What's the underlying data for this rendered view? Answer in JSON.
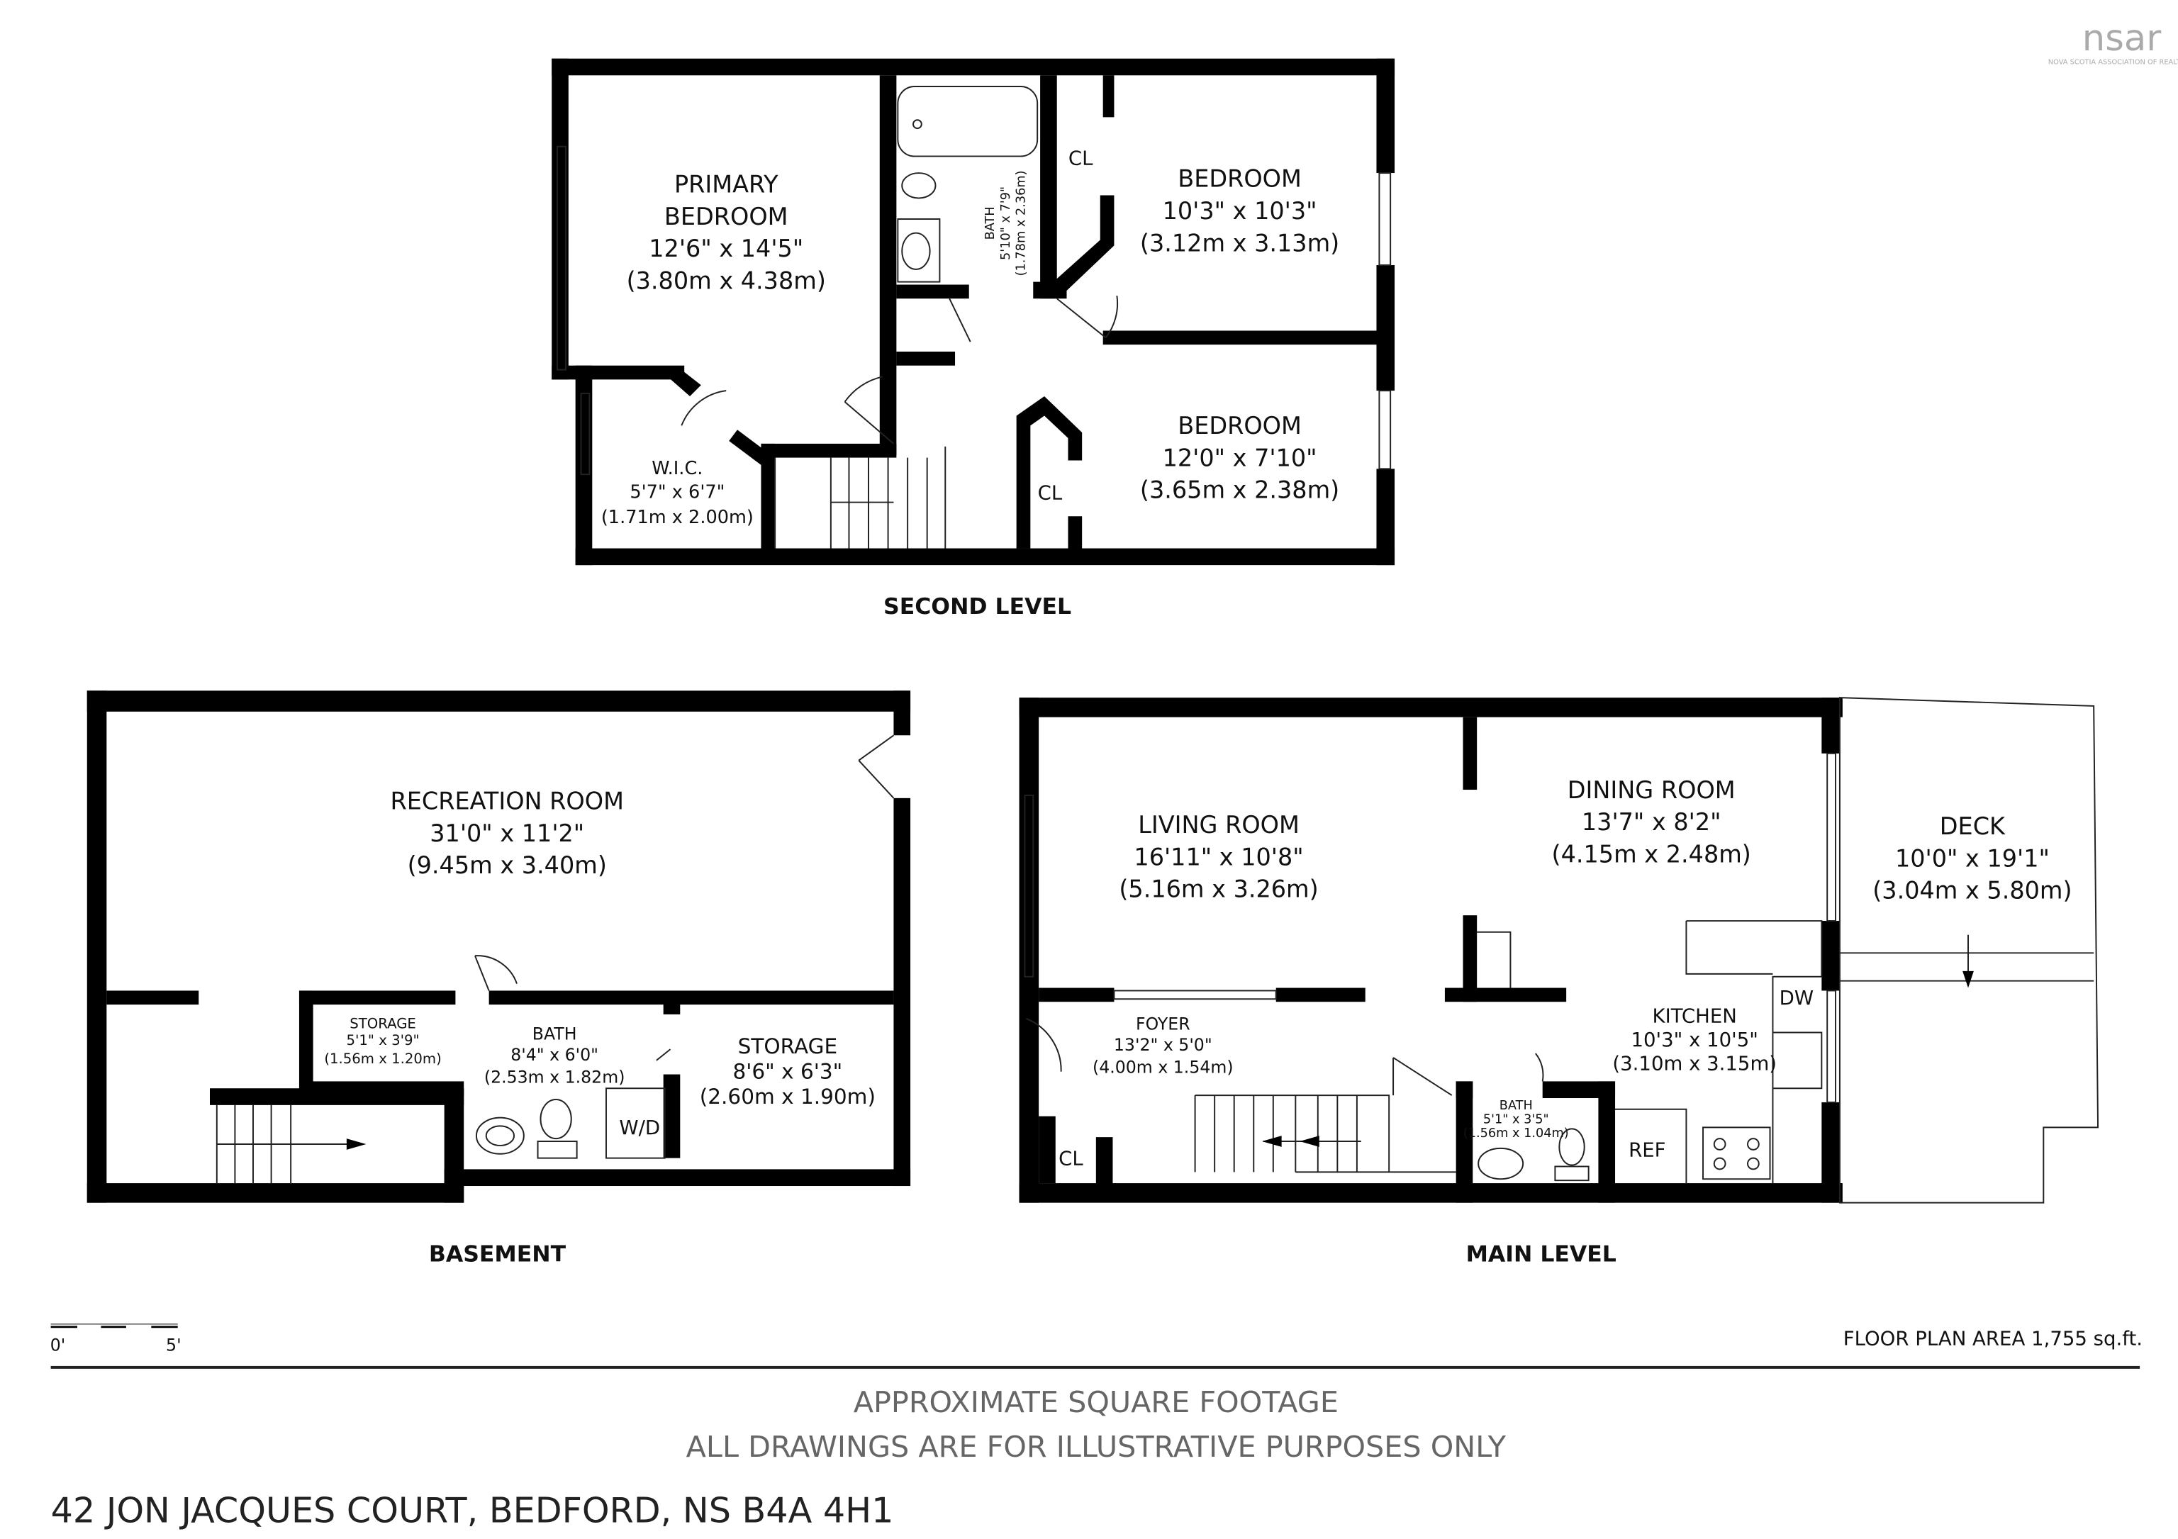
{
  "logo": {
    "text": "nsar",
    "subtitle": "NOVA SCOTIA ASSOCIATION OF REALTORS",
    "color": "#aaaaaa"
  },
  "second_level": {
    "title": "SECOND LEVEL",
    "rooms": [
      {
        "name": "PRIMARY",
        "name2": "BEDROOM",
        "imperial": "12'6\" x 14'5\"",
        "metric": "(3.80m x 4.38m)"
      },
      {
        "name": "BATH",
        "imperial": "5'10\" x 7'9\"",
        "metric": "(1.78m x 2.36m)"
      },
      {
        "name": "BEDROOM",
        "imperial": "10'3\" x 10'3\"",
        "metric": "(3.12m x 3.13m)"
      },
      {
        "name": "BEDROOM",
        "imperial": "12'0\" x 7'10\"",
        "metric": "(3.65m x 2.38m)"
      },
      {
        "name": "W.I.C.",
        "imperial": "5'7\" x 6'7\"",
        "metric": "(1.71m x 2.00m)"
      }
    ],
    "closets": [
      "CL",
      "CL"
    ]
  },
  "basement": {
    "title": "BASEMENT",
    "rooms": [
      {
        "name": "RECREATION ROOM",
        "imperial": "31'0\" x 11'2\"",
        "metric": "(9.45m x 3.40m)"
      },
      {
        "name": "STORAGE",
        "imperial": "5'1\" x 3'9\"",
        "metric": "(1.56m x 1.20m)"
      },
      {
        "name": "BATH",
        "imperial": "8'4\" x 6'0\"",
        "metric": "(2.53m x 1.82m)"
      },
      {
        "name": "STORAGE",
        "imperial": "8'6\" x 6'3\"",
        "metric": "(2.60m x 1.90m)"
      }
    ],
    "wd": "W/D"
  },
  "main_level": {
    "title": "MAIN LEVEL",
    "rooms": [
      {
        "name": "LIVING ROOM",
        "imperial": "16'11\" x 10'8\"",
        "metric": "(5.16m x 3.26m)"
      },
      {
        "name": "DINING ROOM",
        "imperial": "13'7\" x 8'2\"",
        "metric": "(4.15m x 2.48m)"
      },
      {
        "name": "DECK",
        "imperial": "10'0\" x 19'1\"",
        "metric": "(3.04m x 5.80m)"
      },
      {
        "name": "FOYER",
        "imperial": "13'2\" x 5'0\"",
        "metric": "(4.00m x 1.54m)"
      },
      {
        "name": "KITCHEN",
        "imperial": "10'3\" x 10'5\"",
        "metric": "(3.10m x 3.15m)"
      },
      {
        "name": "BATH",
        "imperial": "5'1\" x 3'5\"",
        "metric": "(1.56m x 1.04m)"
      }
    ],
    "cl": "CL",
    "dw": "DW",
    "ref": "REF"
  },
  "scale": {
    "start": "0'",
    "end": "5'"
  },
  "area": "FLOOR PLAN AREA  1,755 sq.ft.",
  "disclaimer": [
    "APPROXIMATE SQUARE FOOTAGE",
    "ALL DRAWINGS ARE FOR ILLUSTRATIVE PURPOSES ONLY"
  ],
  "address": "42 JON JACQUES COURT, BEDFORD, NS B4A 4H1"
}
